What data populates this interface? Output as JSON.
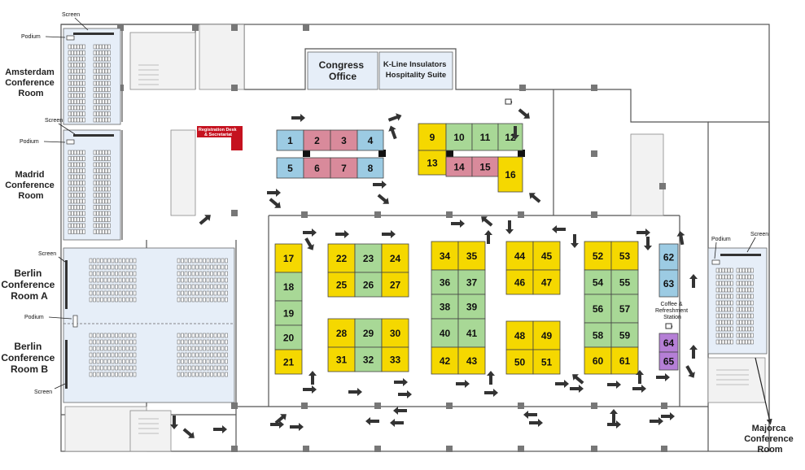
{
  "rooms": {
    "amsterdam": [
      "Amsterdam",
      "Conference",
      "Room"
    ],
    "madrid": [
      "Madrid",
      "Conference",
      "Room"
    ],
    "berlin_a": [
      "Berlin",
      "Conference",
      "Room A"
    ],
    "berlin_b": [
      "Berlin",
      "Conference",
      "Room B"
    ],
    "majorca": [
      "Majorca",
      "Conference",
      "Room"
    ],
    "congress_office": [
      "Congress",
      "Office"
    ],
    "kline": [
      "K-Line Insulators",
      "Hospitality Suite"
    ],
    "registration": [
      "Registration Desk",
      "& Secretariat"
    ],
    "coffee": [
      "Coffee &",
      "Refreshment",
      "Station"
    ]
  },
  "labels": {
    "screen": "Screen",
    "podium": "Podium"
  },
  "colors": {
    "yellow": "#f5d800",
    "green": "#a8d896",
    "pink": "#d98a9b",
    "blue": "#9ccbe3",
    "purple": "#b57fd6",
    "room_fill": "#e6eef8",
    "registration": "#c5121f"
  },
  "booths": [
    {
      "n": "1",
      "c": "blue"
    },
    {
      "n": "2",
      "c": "pink"
    },
    {
      "n": "3",
      "c": "pink"
    },
    {
      "n": "4",
      "c": "blue"
    },
    {
      "n": "5",
      "c": "blue"
    },
    {
      "n": "6",
      "c": "pink"
    },
    {
      "n": "7",
      "c": "pink"
    },
    {
      "n": "8",
      "c": "blue"
    },
    {
      "n": "9",
      "c": "yellow"
    },
    {
      "n": "10",
      "c": "green"
    },
    {
      "n": "11",
      "c": "green"
    },
    {
      "n": "12",
      "c": "green"
    },
    {
      "n": "13",
      "c": "yellow"
    },
    {
      "n": "14",
      "c": "pink"
    },
    {
      "n": "15",
      "c": "pink"
    },
    {
      "n": "16",
      "c": "yellow"
    },
    {
      "n": "17",
      "c": "yellow"
    },
    {
      "n": "18",
      "c": "green"
    },
    {
      "n": "19",
      "c": "green"
    },
    {
      "n": "20",
      "c": "green"
    },
    {
      "n": "21",
      "c": "yellow"
    },
    {
      "n": "22",
      "c": "yellow"
    },
    {
      "n": "23",
      "c": "green"
    },
    {
      "n": "24",
      "c": "yellow"
    },
    {
      "n": "25",
      "c": "yellow"
    },
    {
      "n": "26",
      "c": "green"
    },
    {
      "n": "27",
      "c": "yellow"
    },
    {
      "n": "28",
      "c": "yellow"
    },
    {
      "n": "29",
      "c": "green"
    },
    {
      "n": "30",
      "c": "yellow"
    },
    {
      "n": "31",
      "c": "yellow"
    },
    {
      "n": "32",
      "c": "green"
    },
    {
      "n": "33",
      "c": "yellow"
    },
    {
      "n": "34",
      "c": "yellow"
    },
    {
      "n": "35",
      "c": "yellow"
    },
    {
      "n": "36",
      "c": "green"
    },
    {
      "n": "37",
      "c": "green"
    },
    {
      "n": "38",
      "c": "green"
    },
    {
      "n": "39",
      "c": "green"
    },
    {
      "n": "40",
      "c": "green"
    },
    {
      "n": "41",
      "c": "green"
    },
    {
      "n": "42",
      "c": "yellow"
    },
    {
      "n": "43",
      "c": "yellow"
    },
    {
      "n": "44",
      "c": "yellow"
    },
    {
      "n": "45",
      "c": "yellow"
    },
    {
      "n": "46",
      "c": "yellow"
    },
    {
      "n": "47",
      "c": "yellow"
    },
    {
      "n": "48",
      "c": "yellow"
    },
    {
      "n": "49",
      "c": "yellow"
    },
    {
      "n": "50",
      "c": "yellow"
    },
    {
      "n": "51",
      "c": "yellow"
    },
    {
      "n": "52",
      "c": "yellow"
    },
    {
      "n": "53",
      "c": "yellow"
    },
    {
      "n": "54",
      "c": "green"
    },
    {
      "n": "55",
      "c": "green"
    },
    {
      "n": "56",
      "c": "green"
    },
    {
      "n": "57",
      "c": "green"
    },
    {
      "n": "58",
      "c": "green"
    },
    {
      "n": "59",
      "c": "green"
    },
    {
      "n": "60",
      "c": "yellow"
    },
    {
      "n": "61",
      "c": "yellow"
    },
    {
      "n": "62",
      "c": "blue"
    },
    {
      "n": "63",
      "c": "blue"
    },
    {
      "n": "64",
      "c": "purple"
    },
    {
      "n": "65",
      "c": "purple"
    }
  ]
}
